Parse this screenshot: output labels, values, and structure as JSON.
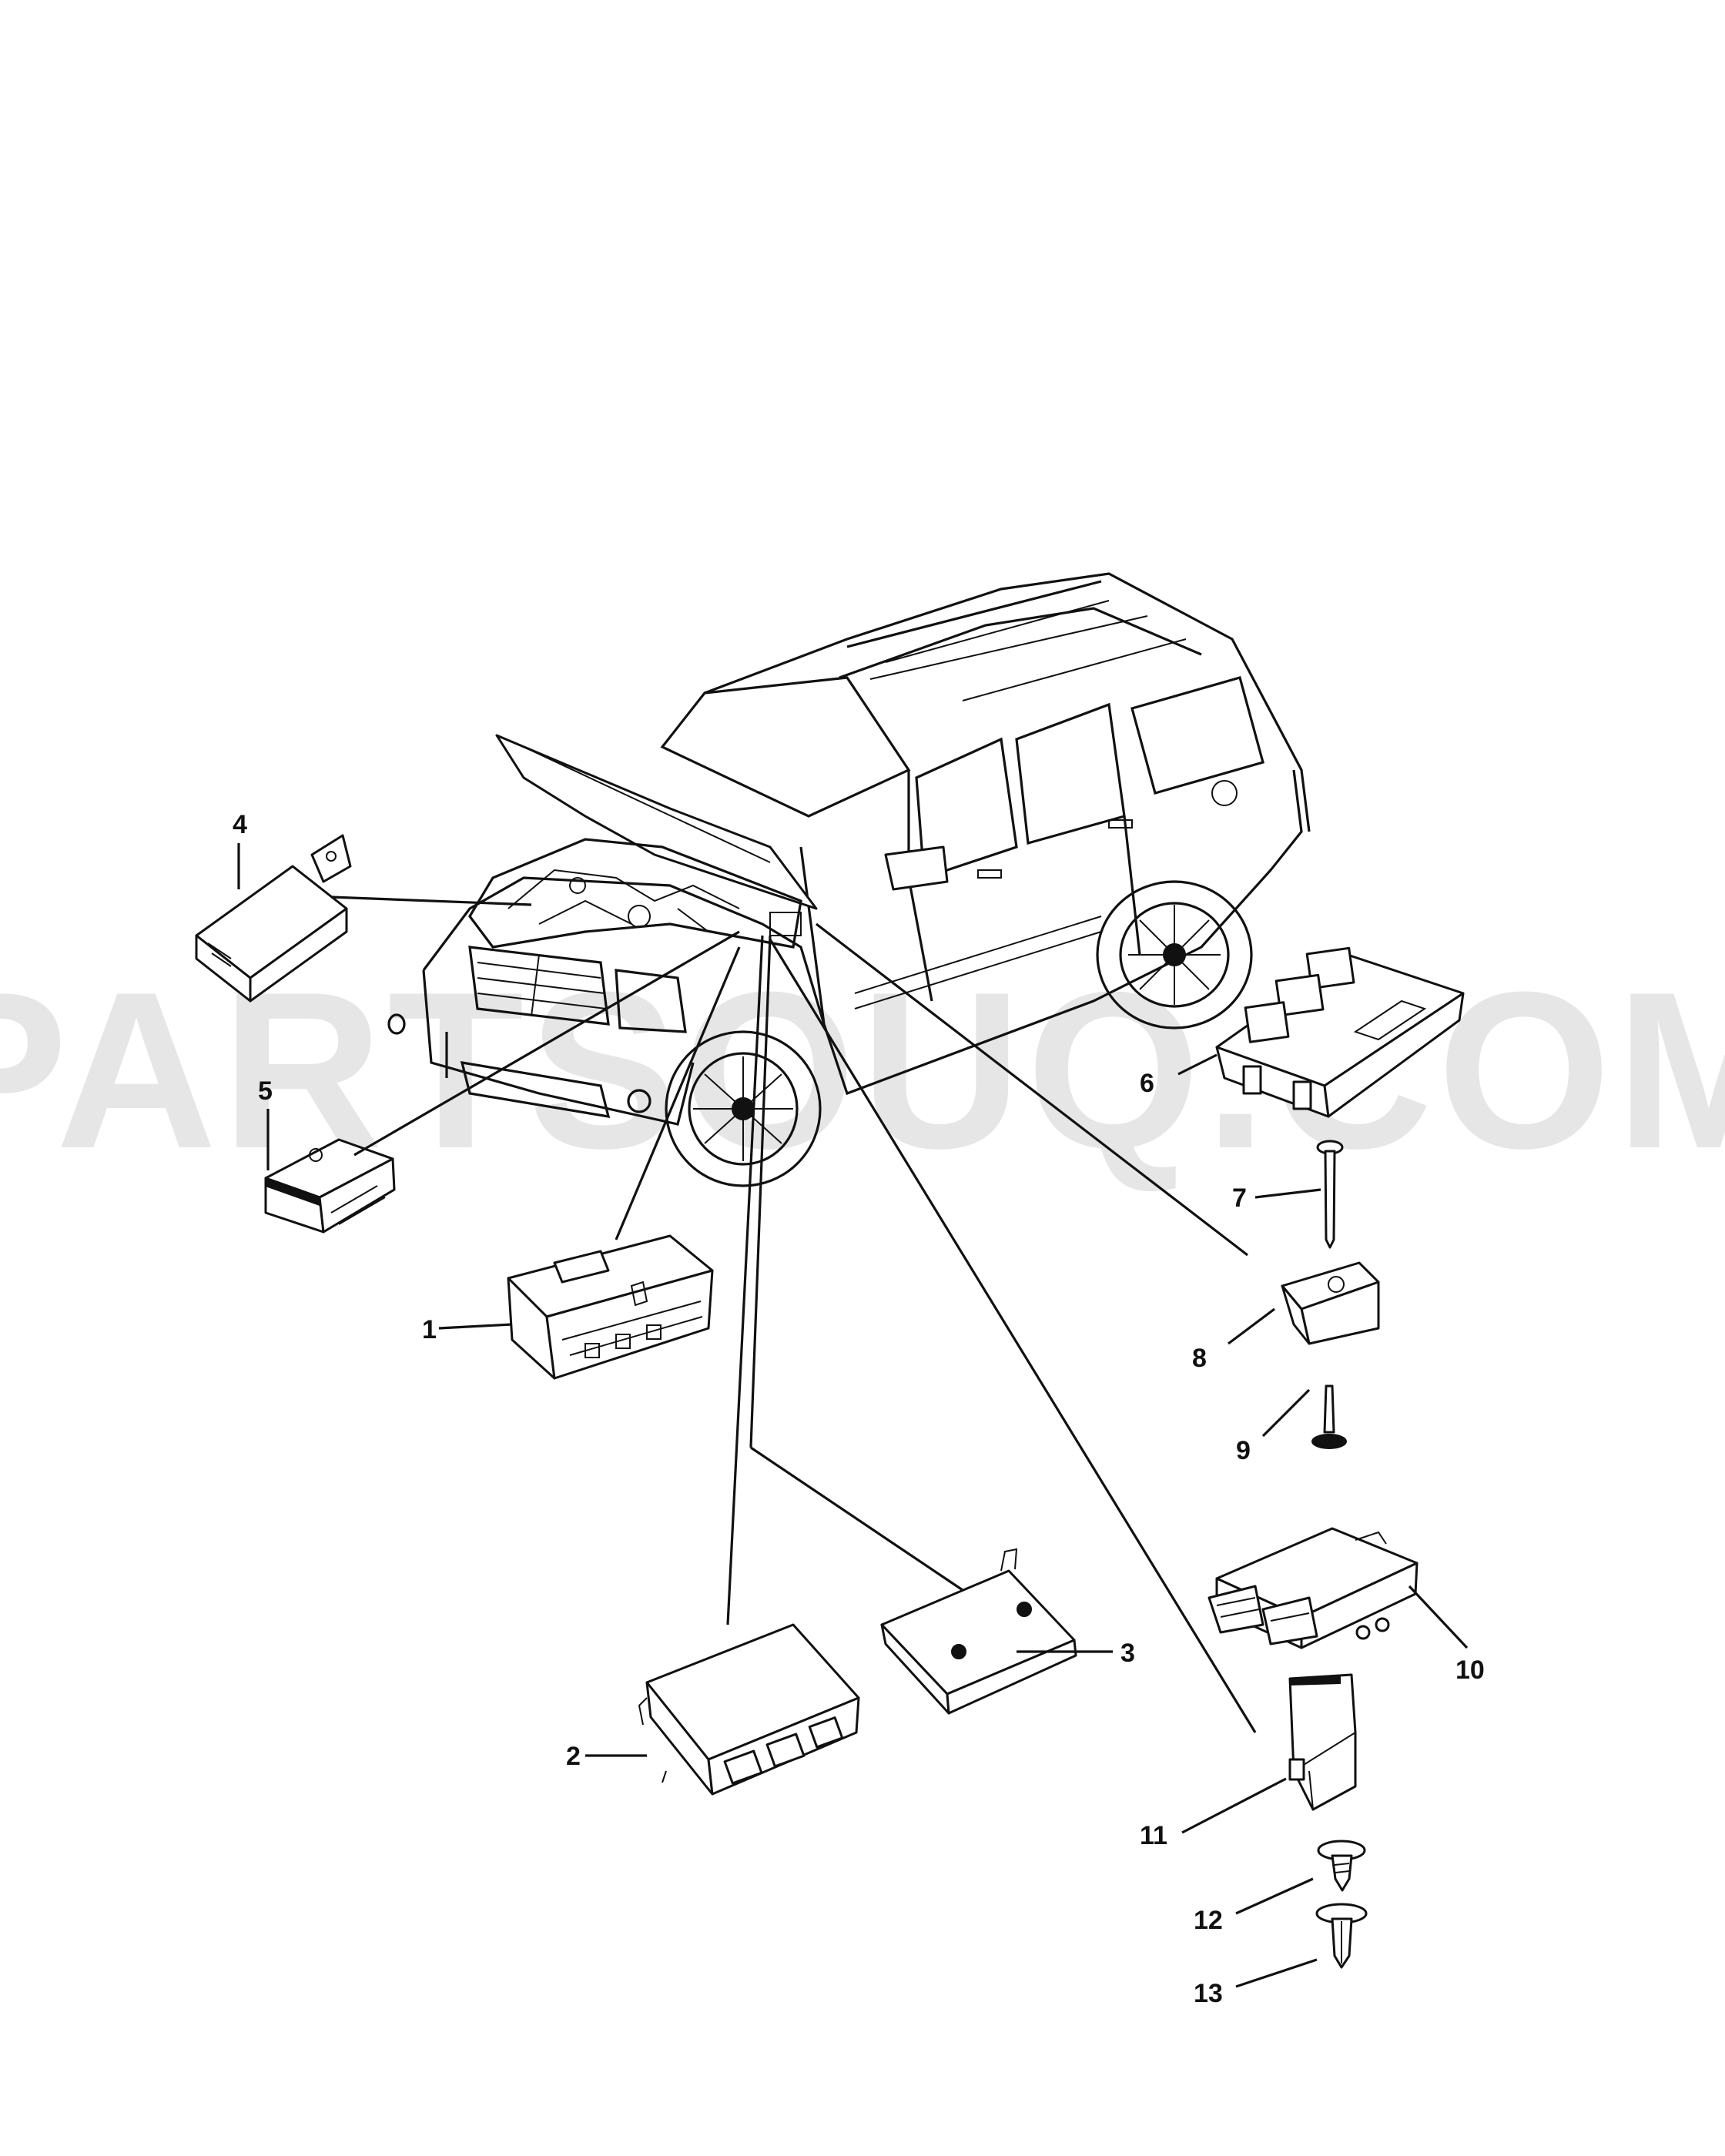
{
  "watermark": "PARTSOUQ.COM",
  "callouts": [
    "1",
    "2",
    "3",
    "4",
    "5",
    "6",
    "7",
    "8",
    "9",
    "10",
    "11",
    "12",
    "13"
  ],
  "icons": {
    "vehicle": "suv-open-hood-icon",
    "part_1": "fuse-box-module-icon",
    "part_2": "control-module-icon",
    "part_3": "mounting-bracket-icon",
    "part_4": "relay-module-icon",
    "part_5": "small-control-module-icon",
    "part_6": "power-distribution-module-icon",
    "part_7": "bolt-icon",
    "part_8": "bracket-icon",
    "part_9": "bolt-icon",
    "part_10": "engine-control-module-icon",
    "part_11": "sensor-module-icon",
    "part_12": "screw-icon",
    "part_13": "push-pin-icon"
  },
  "colors": {
    "line": "#111111",
    "watermark": "#e6e6e6",
    "background": "#ffffff"
  }
}
